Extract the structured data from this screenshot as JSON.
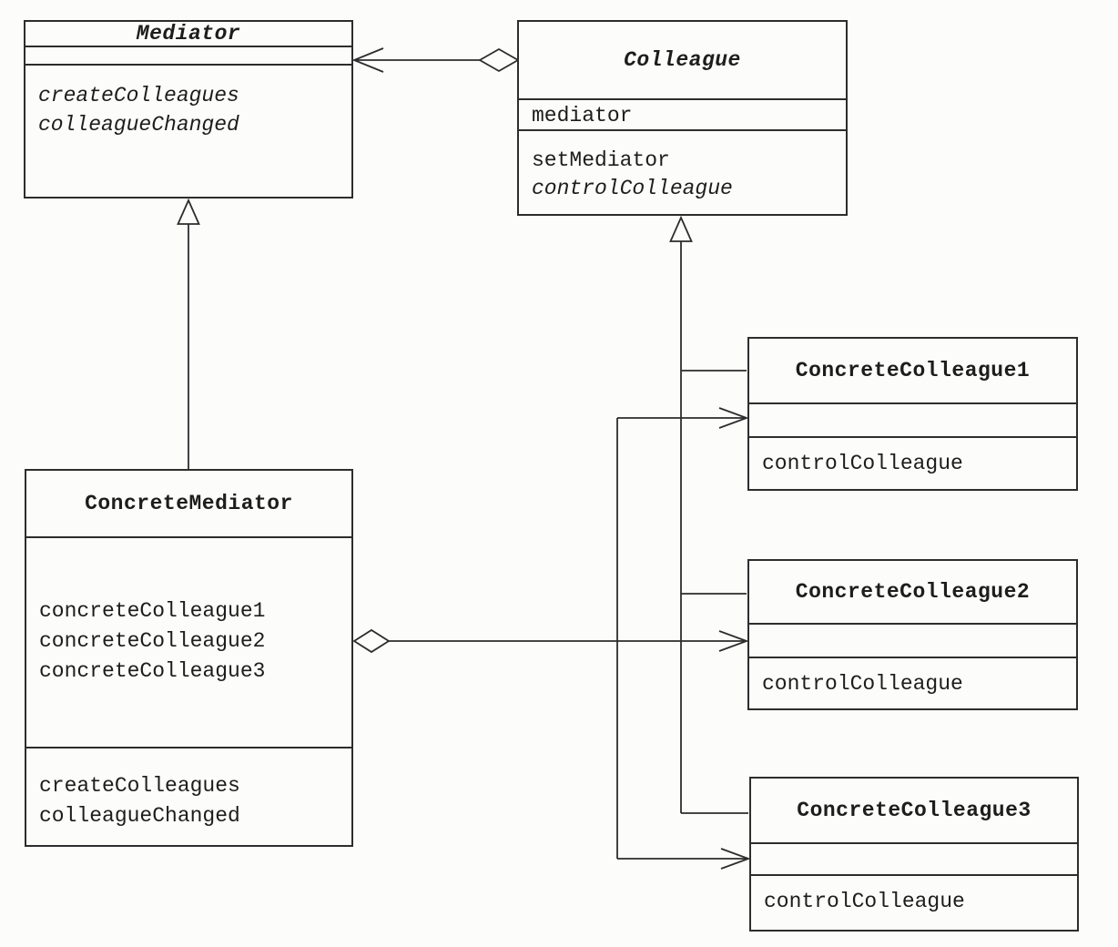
{
  "classes": {
    "mediator": {
      "name": "Mediator",
      "attributes": [],
      "methods": [
        "createColleagues",
        "colleagueChanged"
      ]
    },
    "colleague": {
      "name": "Colleague",
      "attributes": [
        "mediator"
      ],
      "methods": [
        "setMediator",
        "controlColleague"
      ]
    },
    "concrete_mediator": {
      "name": "ConcreteMediator",
      "attributes": [
        "concreteColleague1",
        "concreteColleague2",
        "concreteColleague3"
      ],
      "methods": [
        "createColleagues",
        "colleagueChanged"
      ]
    },
    "concrete_colleague1": {
      "name": "ConcreteColleague1",
      "attributes": [],
      "methods": [
        "controlColleague"
      ]
    },
    "concrete_colleague2": {
      "name": "ConcreteColleague2",
      "attributes": [],
      "methods": [
        "controlColleague"
      ]
    },
    "concrete_colleague3": {
      "name": "ConcreteColleague3",
      "attributes": [],
      "methods": [
        "controlColleague"
      ]
    }
  },
  "relationships": [
    {
      "type": "aggregation",
      "diamond_at": "Colleague",
      "arrow_to": "Mediator"
    },
    {
      "type": "inheritance",
      "from": "ConcreteMediator",
      "to": "Mediator"
    },
    {
      "type": "inheritance",
      "from": "ConcreteColleague1",
      "to": "Colleague"
    },
    {
      "type": "inheritance",
      "from": "ConcreteColleague2",
      "to": "Colleague"
    },
    {
      "type": "inheritance",
      "from": "ConcreteColleague3",
      "to": "Colleague"
    },
    {
      "type": "aggregation",
      "diamond_at": "ConcreteMediator",
      "arrow_to": "ConcreteColleague1"
    },
    {
      "type": "aggregation",
      "diamond_at": "ConcreteMediator",
      "arrow_to": "ConcreteColleague2"
    },
    {
      "type": "aggregation",
      "diamond_at": "ConcreteMediator",
      "arrow_to": "ConcreteColleague3"
    }
  ],
  "colors": {
    "background": "#fcfcfa",
    "line": "#2d2d2d",
    "text": "#1d1d1d"
  }
}
